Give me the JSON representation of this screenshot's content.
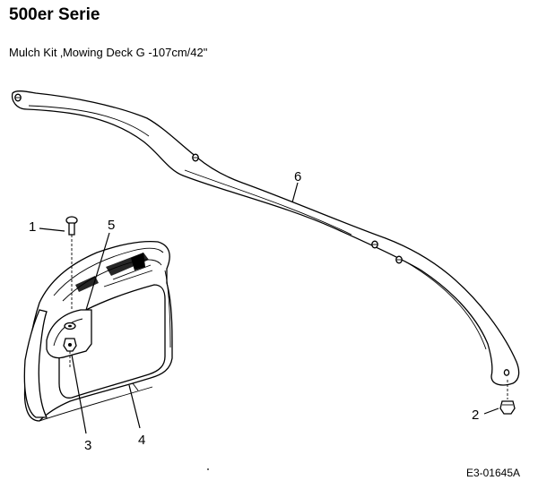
{
  "header": {
    "title": "500er Serie",
    "subtitle": "Mulch Kit  ‚Mowing Deck G -107cm/42\""
  },
  "callouts": {
    "c1": "1",
    "c2": "2",
    "c3": "3",
    "c4": "4",
    "c5": "5",
    "c6": "6"
  },
  "footer": {
    "drawing_code": "E3-01645A"
  }
}
